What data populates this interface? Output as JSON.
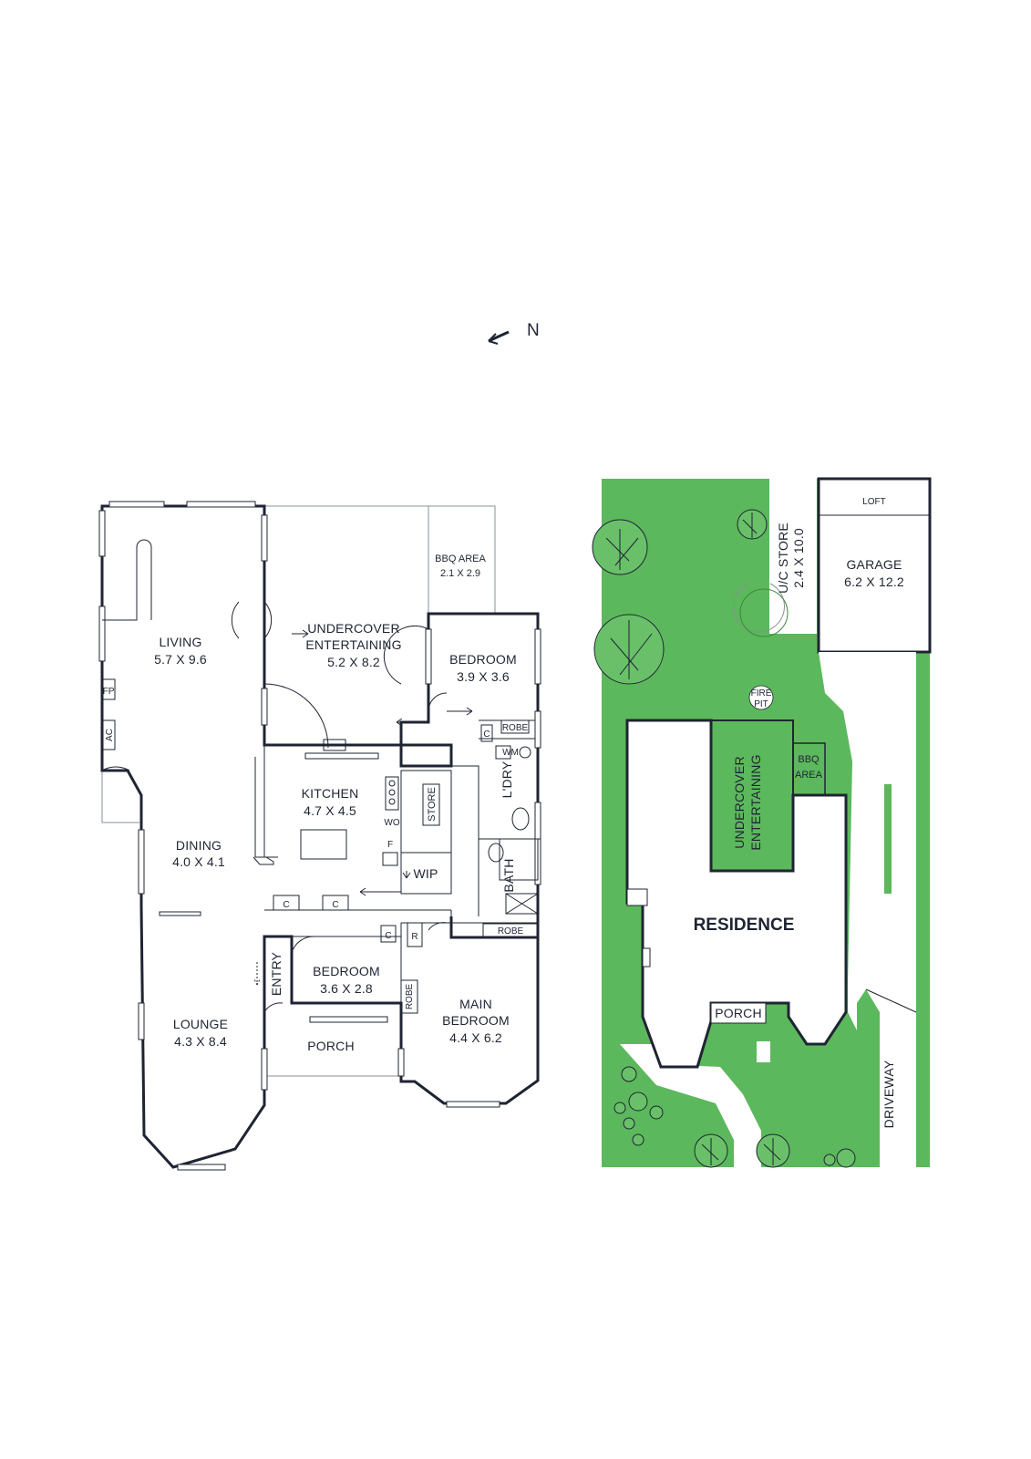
{
  "compass": {
    "label": "N"
  },
  "floor_plan": {
    "bbq_area": {
      "name": "BBQ AREA",
      "size": "2.1 X 2.9"
    },
    "undercover": {
      "name1": "UNDERCOVER",
      "name2": "ENTERTAINING",
      "size": "5.2 X 8.2"
    },
    "living": {
      "name": "LIVING",
      "size": "5.7 X 9.6"
    },
    "bedroom_ne": {
      "name": "BEDROOM",
      "size": "3.9 X 3.6"
    },
    "fp": "FP",
    "ac": "AC",
    "robe_top": "ROBE",
    "c_ldry": "C",
    "wm": "WM",
    "ldry": "L'DRY",
    "kitchen": {
      "name": "KITCHEN",
      "size": "4.7 X 4.5"
    },
    "store": "STORE",
    "wo": "WO",
    "f": "F",
    "wip": "WIP",
    "bath": "BATH",
    "dining": {
      "name": "DINING",
      "size": "4.0 X 4.1"
    },
    "c1": "C",
    "c2": "C",
    "c3": "C",
    "r": "R",
    "robe_mid": "ROBE",
    "robe_side": "ROBE",
    "entry": "ENTRY",
    "bedroom_mid": {
      "name": "BEDROOM",
      "size": "3.6 X 2.8"
    },
    "main_bedroom": {
      "name1": "MAIN",
      "name2": "BEDROOM",
      "size": "4.4 X 6.2"
    },
    "lounge": {
      "name": "LOUNGE",
      "size": "4.3 X 8.4"
    },
    "porch": "PORCH"
  },
  "site_plan": {
    "loft": "LOFT",
    "uc_store": {
      "name": "U/C STORE",
      "size": "2.4 X 10.0"
    },
    "garage": {
      "name": "GARAGE",
      "size": "6.2 X 12.2"
    },
    "fire_pit": {
      "l1": "FIRE",
      "l2": "PIT"
    },
    "undercover": {
      "l1": "UNDERCOVER",
      "l2": "ENTERTAINING"
    },
    "bbq": {
      "l1": "BBQ",
      "l2": "AREA"
    },
    "residence": "RESIDENCE",
    "porch": "PORCH",
    "driveway": "DRIVEWAY"
  },
  "colors": {
    "lawn": "#5cb85c",
    "wall": "#1f2433",
    "background": "#ffffff"
  }
}
